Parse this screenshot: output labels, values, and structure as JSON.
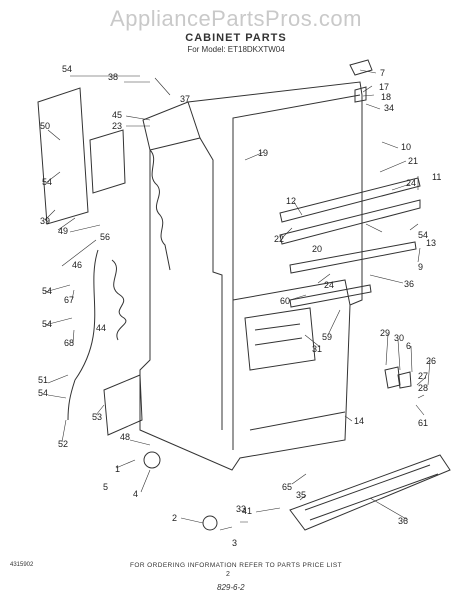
{
  "watermark": "AppliancePartsPros.com",
  "title": "CABINET PARTS",
  "model_line": "For Model: ET18DKXTW04",
  "footer_note": "FOR ORDERING INFORMATION REFER TO PARTS PRICE LIST",
  "document_number": "4315902",
  "page_number": "2",
  "handwritten_code": "829-6-2",
  "callouts": [
    "54",
    "38",
    "37",
    "45",
    "23",
    "50",
    "54",
    "39",
    "49",
    "56",
    "46",
    "54",
    "67",
    "54",
    "68",
    "51",
    "54",
    "52",
    "53",
    "48",
    "44",
    "1",
    "5",
    "4",
    "2",
    "3",
    "33",
    "41",
    "65",
    "35",
    "36",
    "19",
    "7",
    "17",
    "18",
    "34",
    "10",
    "21",
    "24",
    "11",
    "12",
    "22",
    "54",
    "20",
    "13",
    "24",
    "9",
    "36",
    "60",
    "59",
    "31",
    "29",
    "30",
    "6",
    "26",
    "27",
    "28",
    "61",
    "14"
  ]
}
